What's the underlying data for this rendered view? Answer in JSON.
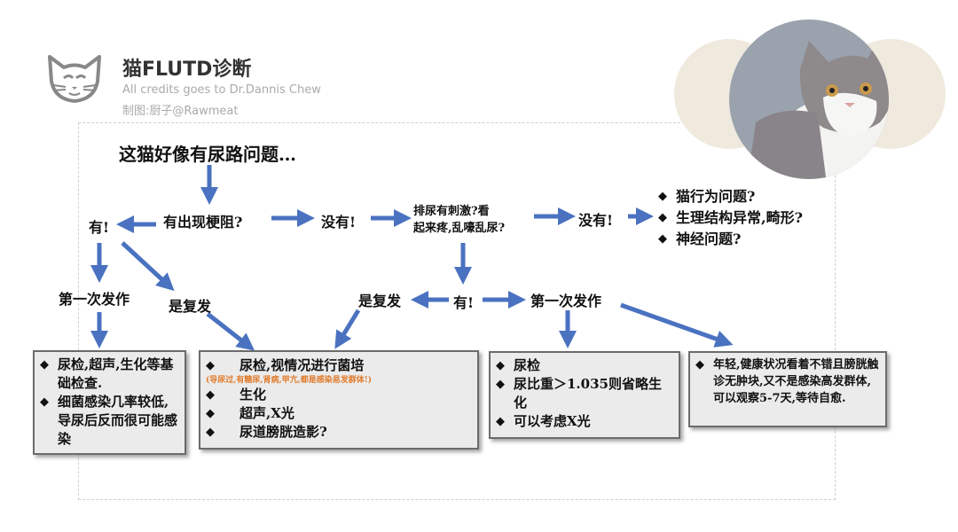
{
  "header": {
    "title": "猫FLUTD诊断",
    "credit_line": "All credits goes to Dr.Dannis Chew",
    "author_line": "制图:厨子@Rawmeat",
    "cat_icon": "cat-face-icon"
  },
  "flow": {
    "start": "这猫好像有尿路问题…",
    "q_obstruction": "有出现梗阻?",
    "yes": "有!",
    "no": "没有!",
    "q_irritation_line1": "排尿有刺激?看",
    "q_irritation_line2": "起来疼,乱嚎乱尿?",
    "no2": "没有!",
    "yes2": "有!",
    "first_episode_left": "第一次发作",
    "recurrent_left": "是复发",
    "recurrent_right": "是复发",
    "first_episode_right": "第一次发作"
  },
  "other_causes": [
    "猫行为问题?",
    "生理结构异常,畸形?",
    "神经问题?"
  ],
  "boxes": {
    "box1": [
      "尿检,超声,生化等基础检查.",
      "细菌感染几率较低,导尿后反而很可能感染"
    ],
    "box2": {
      "item1": "尿检,视情况进行菌培",
      "note": "(导尿过,有糖尿,肾病,甲亢,都是感染易发群体!)",
      "items": [
        "生化",
        "超声,X光",
        "尿道膀胱造影?"
      ]
    },
    "box3": [
      "尿检",
      "尿比重＞1.035则省略生化",
      "可以考虑X光"
    ],
    "box4": [
      "年轻,健康状况看着不错且膀胱触诊无肿块,又不是感染高发群体,可以观察5-7天,等待自愈."
    ]
  },
  "colors": {
    "arrow": "#4a72c0",
    "note": "#e07a2a",
    "box_bg": "#ebebeb"
  }
}
